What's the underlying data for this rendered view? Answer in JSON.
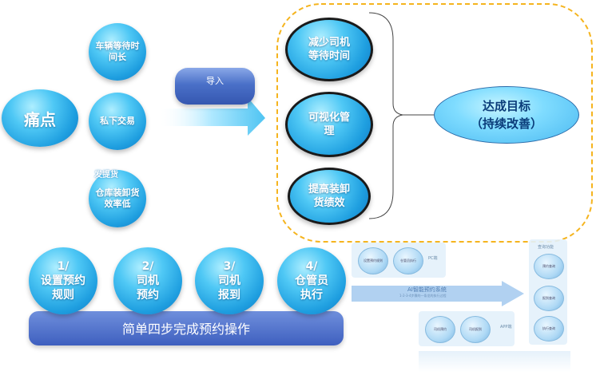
{
  "pain": {
    "center": "痛点",
    "items": [
      "车辆等待时间长",
      "私下交易",
      "仓库装卸货效率低"
    ],
    "stray_label": "发提货"
  },
  "import_label": "导入",
  "targets": [
    "减少司机等待时间",
    "可视化管理",
    "提高装卸货绩效"
  ],
  "goal": {
    "line1": "达成目标",
    "line2": "（持续改善）"
  },
  "steps": [
    {
      "num": "1/",
      "label": "设置预约规则"
    },
    {
      "num": "2/",
      "label": "司机预约"
    },
    {
      "num": "3/",
      "label": "司机报到"
    },
    {
      "num": "4/",
      "label": "仓管员执行"
    }
  ],
  "summary": "简单四步完成预约操作",
  "system": {
    "pc_label": "PC端",
    "app_label": "APP端",
    "query_label": "查询功能",
    "arrow_title": "AI智能预约系统",
    "arrow_sub": "1-2-3-4步骤的一条龙的执行过程",
    "pc_items": [
      "设置预约规则",
      "仓管员执行"
    ],
    "app_items": [
      "司机预约",
      "司机报到"
    ],
    "query_items": [
      "预约查询",
      "报到查询",
      "执行查询"
    ]
  },
  "colors": {
    "ball": "#1f9fe0",
    "pill": "#3557b0",
    "dashed_border": "#f5b41e",
    "arrow": "#6ad0f5"
  }
}
